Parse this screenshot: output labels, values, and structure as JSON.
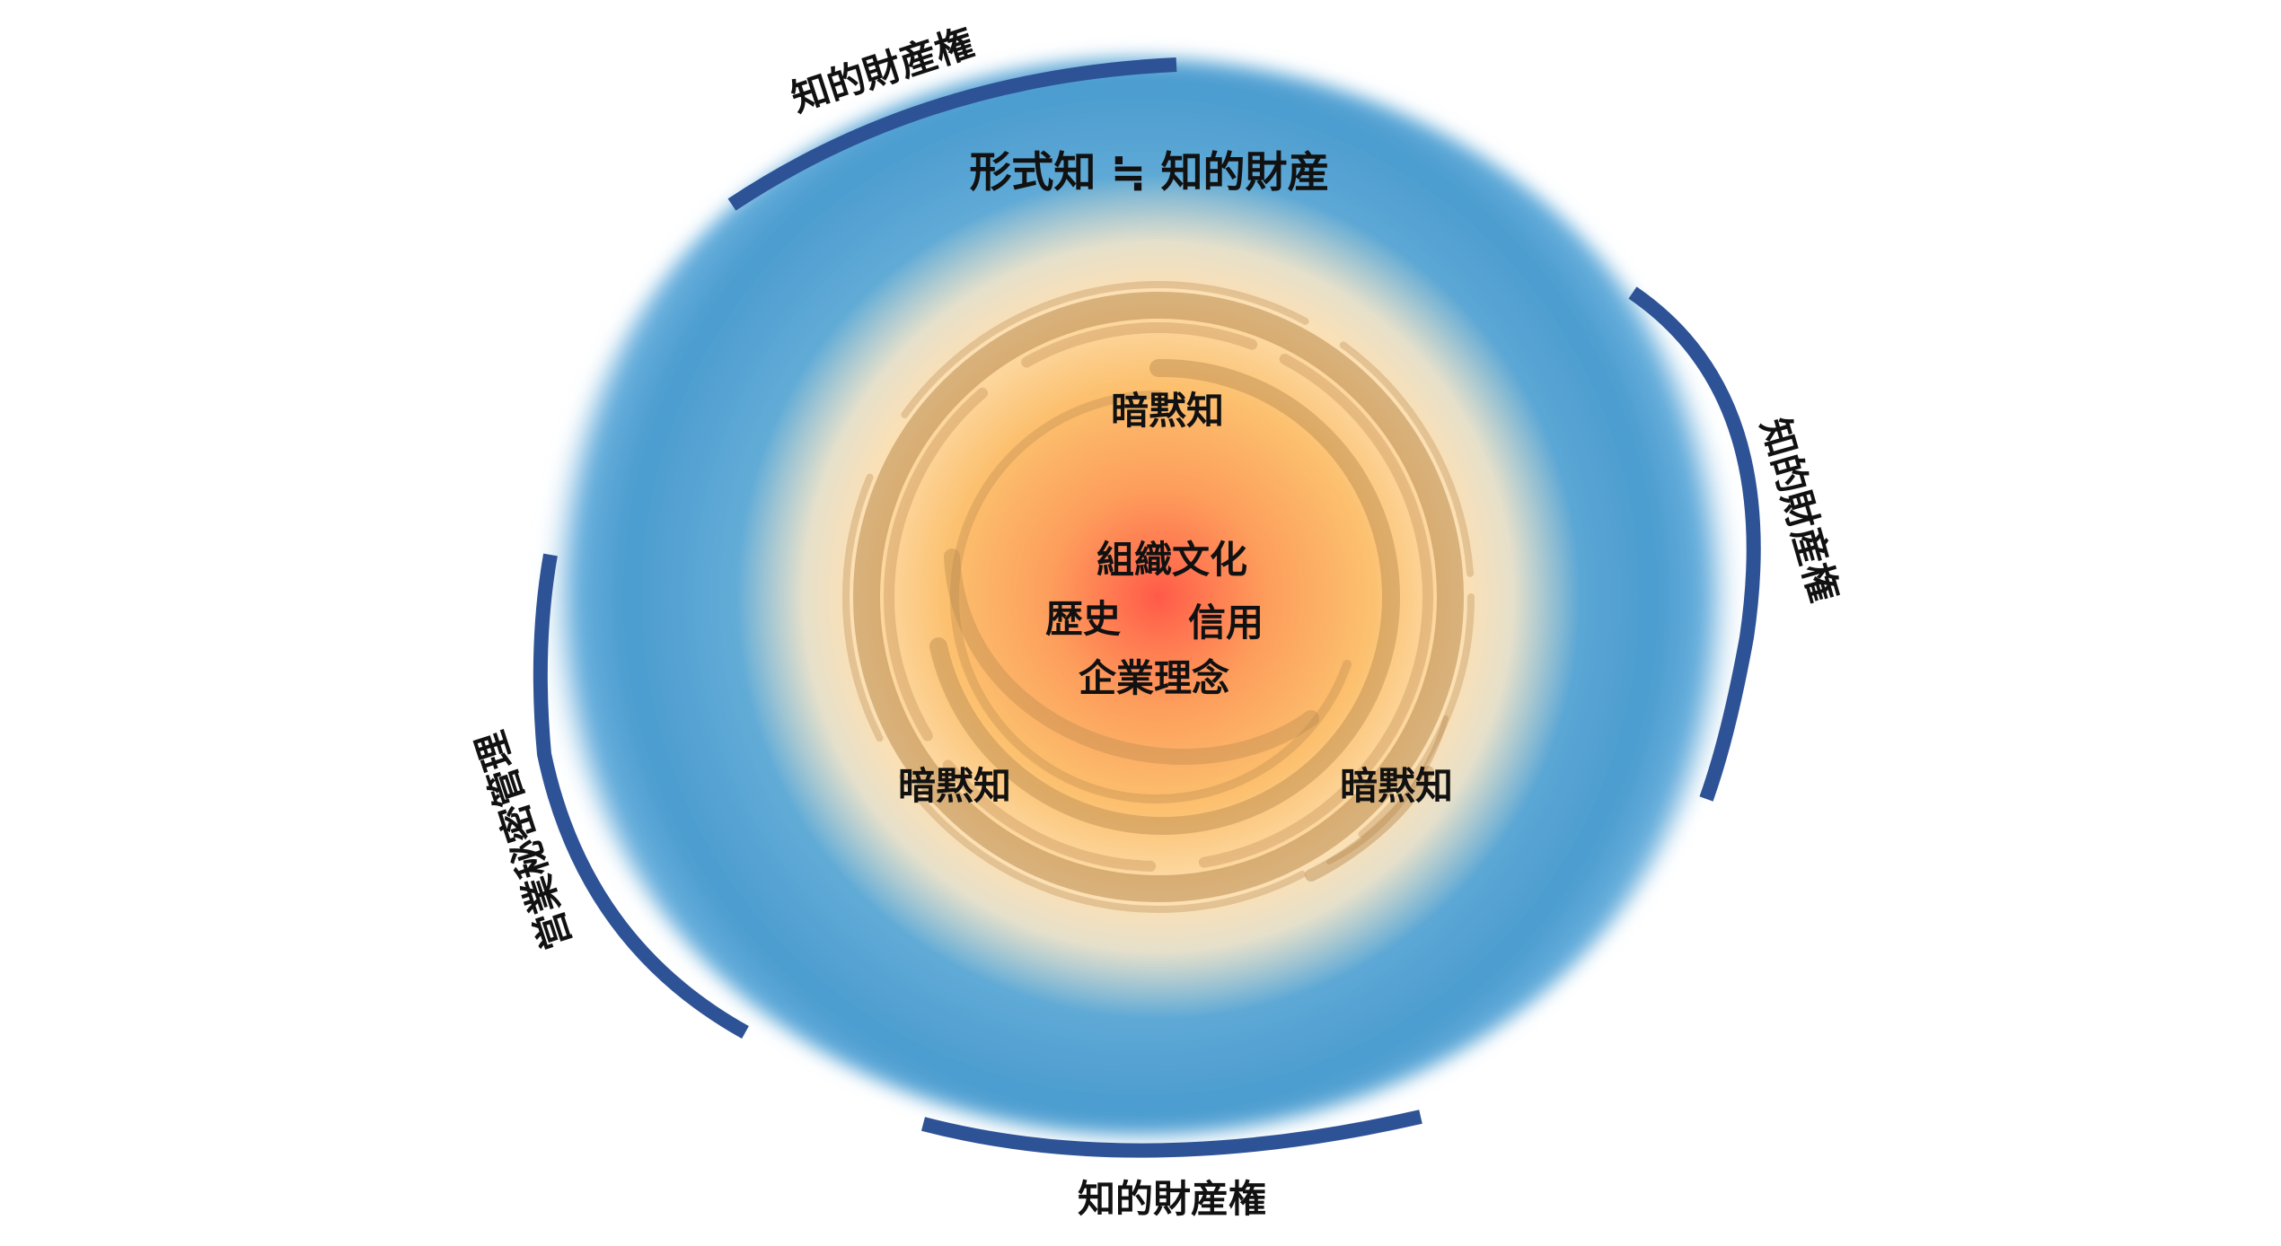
{
  "outer_ring": {
    "title": "形式知 ≒ 知的財産"
  },
  "inner_ring": {
    "labels": [
      "暗黙知",
      "暗黙知",
      "暗黙知"
    ]
  },
  "core": {
    "lines": [
      "組織文化",
      "歴史",
      "信用",
      "企業理念"
    ]
  },
  "arcs": {
    "top_left": "知的財産権",
    "right": "知的財産権",
    "bottom": "知的財産権",
    "left": "営業秘密管理"
  },
  "colors": {
    "outer_blue": "#4a9acb",
    "arc_navy": "#2d5296",
    "inner_orange": "#fbbf6a",
    "core_red": "#ff6a50",
    "brush": "#b98a4f"
  }
}
